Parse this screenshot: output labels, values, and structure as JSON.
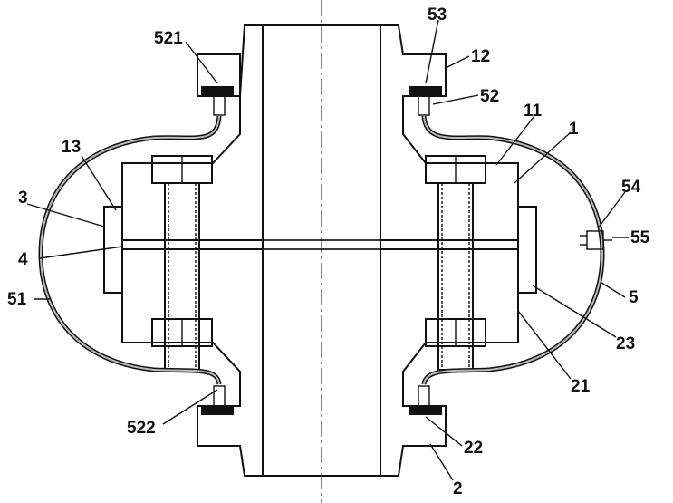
{
  "labels": {
    "l521": "521",
    "l53": "53",
    "l12": "12",
    "l52": "52",
    "l11": "11",
    "l1": "1",
    "l13": "13",
    "l3": "3",
    "l4": "4",
    "l51": "51",
    "l54": "54",
    "l55": "55",
    "l5": "5",
    "l23": "23",
    "l21": "21",
    "l522": "522",
    "l22": "22",
    "l2": "2"
  },
  "colors": {
    "line": "#111111",
    "hatch": "#333333",
    "background": "#ffffff"
  }
}
